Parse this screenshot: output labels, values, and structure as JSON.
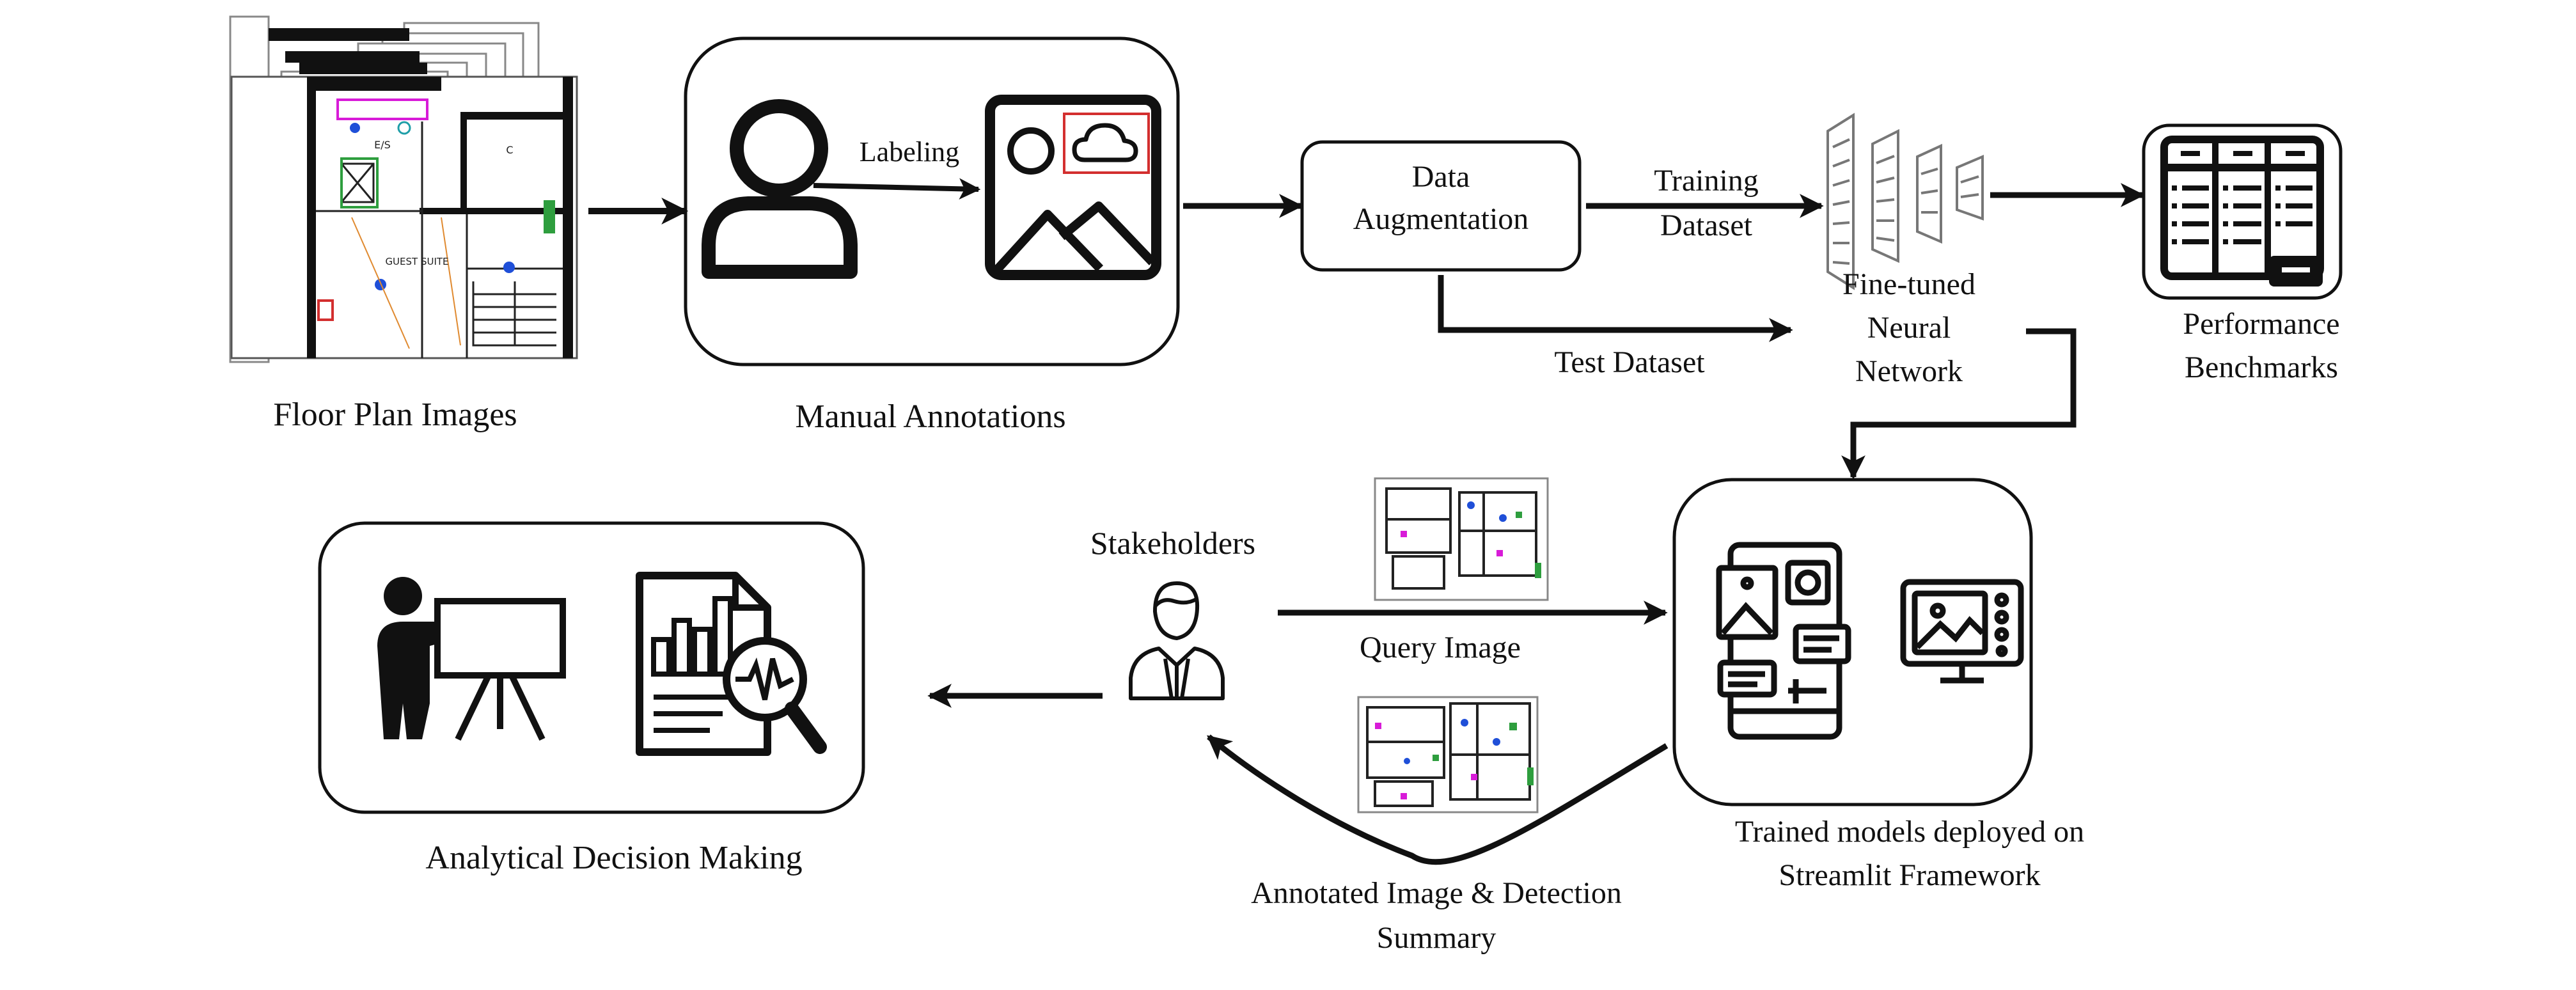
{
  "labels": {
    "floor_plan_images": "Floor Plan Images",
    "manual_annotations": "Manual Annotations",
    "labeling": "Labeling",
    "data_augmentation_1": "Data",
    "data_augmentation_2": "Augmentation",
    "training_dataset_1": "Training",
    "training_dataset_2": "Dataset",
    "test_dataset": "Test Dataset",
    "fine_tuned_1": "Fine-tuned",
    "fine_tuned_2": "Neural",
    "fine_tuned_3": "Network",
    "performance_1": "Performance",
    "performance_2": "Benchmarks",
    "trained_models_1": "Trained models deployed on",
    "trained_models_2": "Streamlit Framework",
    "stakeholders": "Stakeholders",
    "query_image": "Query Image",
    "annotated_1": "Annotated Image & Detection",
    "annotated_2": "Summary",
    "analytical": "Analytical Decision Making"
  },
  "floor_plan_text": {
    "room_es": "E/S",
    "room_c": "C",
    "guest_suite": "GUEST SUITE"
  },
  "colors": {
    "stroke": "#111111",
    "annotation_box": "#d32f2f",
    "magenta": "#d81bd8",
    "green": "#2e9e3e",
    "blue": "#1f4fd8"
  },
  "icons": [
    "floor-plan-images",
    "person-icon",
    "image-annotation-icon",
    "neural-network-icon",
    "table-icon",
    "stakeholder-icon",
    "presenter-icon",
    "report-analytics-icon",
    "mobile-app-icon",
    "monitor-chart-icon"
  ]
}
